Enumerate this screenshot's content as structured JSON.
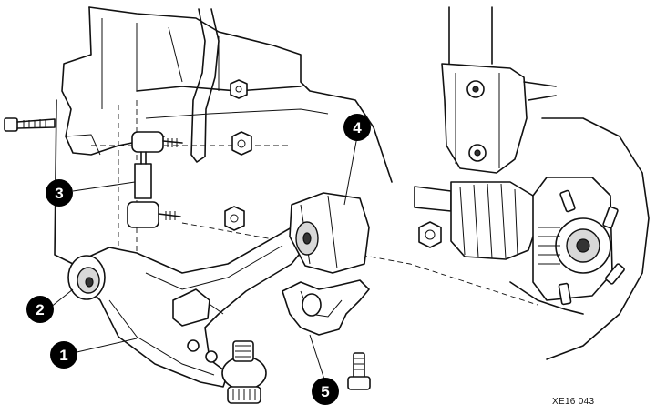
{
  "callouts": [
    {
      "label": "1"
    },
    {
      "label": "2"
    },
    {
      "label": "3"
    },
    {
      "label": "4"
    },
    {
      "label": "5"
    }
  ],
  "reference_code": "XE16 043"
}
